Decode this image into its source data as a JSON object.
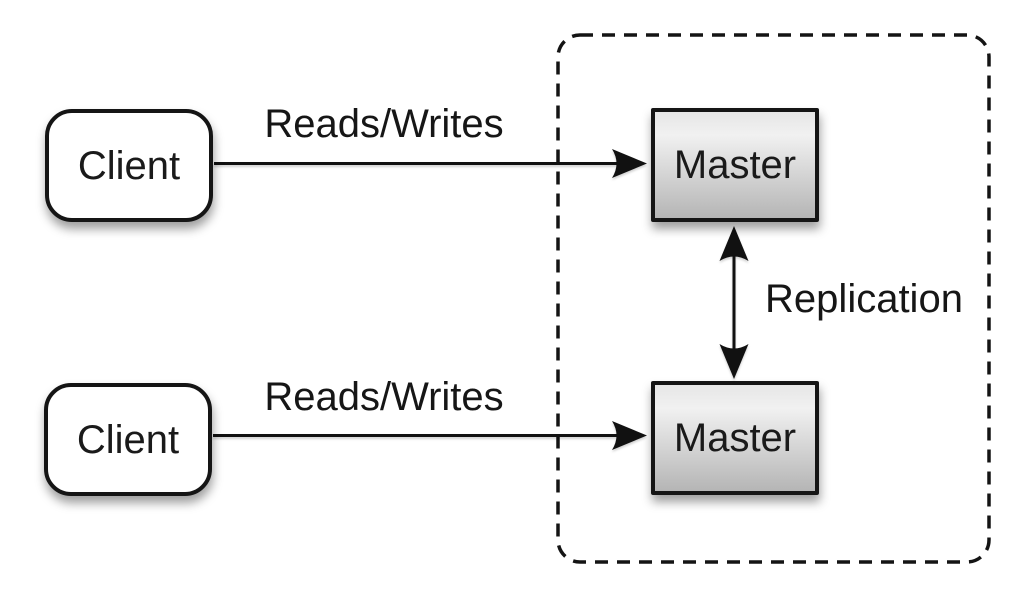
{
  "diagram": {
    "type": "architecture-diagram",
    "topic": "master-master-replication",
    "nodes": {
      "client_top": {
        "label": "Client",
        "shape": "rounded-rectangle",
        "fill": "#ffffff"
      },
      "client_bottom": {
        "label": "Client",
        "shape": "rounded-rectangle",
        "fill": "#ffffff"
      },
      "master_top": {
        "label": "Master",
        "shape": "rectangle",
        "fill_gradient": [
          "#e6e6e6",
          "#b5b5b5"
        ]
      },
      "master_bottom": {
        "label": "Master",
        "shape": "rectangle",
        "fill_gradient": [
          "#e6e6e6",
          "#b5b5b5"
        ]
      }
    },
    "edges": {
      "reads_writes_top": {
        "label": "Reads/Writes",
        "from": "client_top",
        "to": "master_top",
        "direction": "one-way"
      },
      "reads_writes_bottom": {
        "label": "Reads/Writes",
        "from": "client_bottom",
        "to": "master_bottom",
        "direction": "one-way"
      },
      "replication": {
        "label": "Replication",
        "from": "master_top",
        "to": "master_bottom",
        "direction": "two-way"
      }
    },
    "container": {
      "style": "dashed-rounded-rectangle",
      "encloses": [
        "master_top",
        "master_bottom"
      ]
    },
    "colors": {
      "background": "#ffffff",
      "stroke": "#141414",
      "text": "#1a1a1a",
      "master_gradient_top": "#e6e6e6",
      "master_gradient_bottom": "#b5b5b5"
    }
  }
}
